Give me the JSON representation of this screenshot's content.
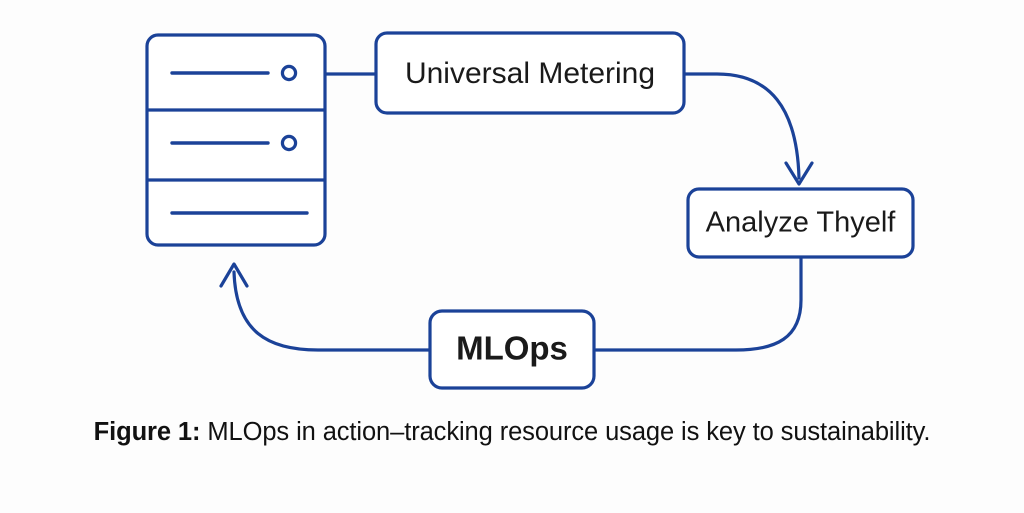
{
  "figure": {
    "domain": "diagram",
    "kind": "cycle-flow-diagram",
    "background_color": "#fdfdfd",
    "stroke_color": "#1b4298",
    "text_color": "#1a1a1a",
    "caption": {
      "prefix": "Figure 1:",
      "text": " MLOps in action–tracking resource usage is key to sustainability."
    }
  },
  "nodes": {
    "server": {
      "name": "server-rack-icon",
      "bays": [
        {
          "has_led": true,
          "line_length": "short"
        },
        {
          "has_led": true,
          "line_length": "short"
        },
        {
          "has_led": false,
          "line_length": "long"
        }
      ]
    },
    "universal_metering": {
      "label": "Universal Metering"
    },
    "analyze_thyelf": {
      "label": "Analyze Thyelf"
    },
    "mlops": {
      "label": "MLOps"
    }
  },
  "edges": [
    {
      "name": "server-to-universal-metering",
      "from": "server",
      "to": "universal_metering",
      "style": "straight",
      "arrow": false
    },
    {
      "name": "universal-metering-to-analyze",
      "from": "universal_metering",
      "to": "analyze_thyelf",
      "style": "curve",
      "arrow": true
    },
    {
      "name": "analyze-to-mlops",
      "from": "analyze_thyelf",
      "to": "mlops",
      "style": "curve",
      "arrow": false
    },
    {
      "name": "mlops-to-server",
      "from": "mlops",
      "to": "server",
      "style": "curve",
      "arrow": true
    }
  ]
}
